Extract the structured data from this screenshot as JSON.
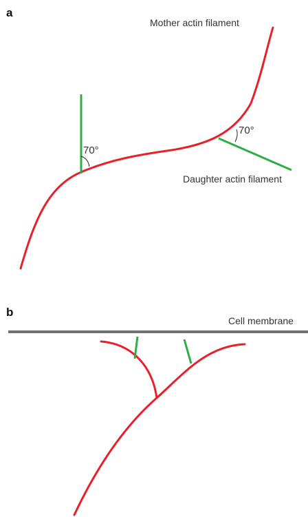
{
  "colors": {
    "mother_filament": "#e8202a",
    "daughter_filament": "#2eac45",
    "membrane": "#707070",
    "text": "#333333"
  },
  "panel_a": {
    "letter": "a",
    "mother_label": "Mother actin filament",
    "daughter_label": "Daughter actin filament",
    "angle_left": "70°",
    "angle_right": "70°"
  },
  "panel_b": {
    "letter": "b",
    "membrane_label": "Cell membrane"
  }
}
